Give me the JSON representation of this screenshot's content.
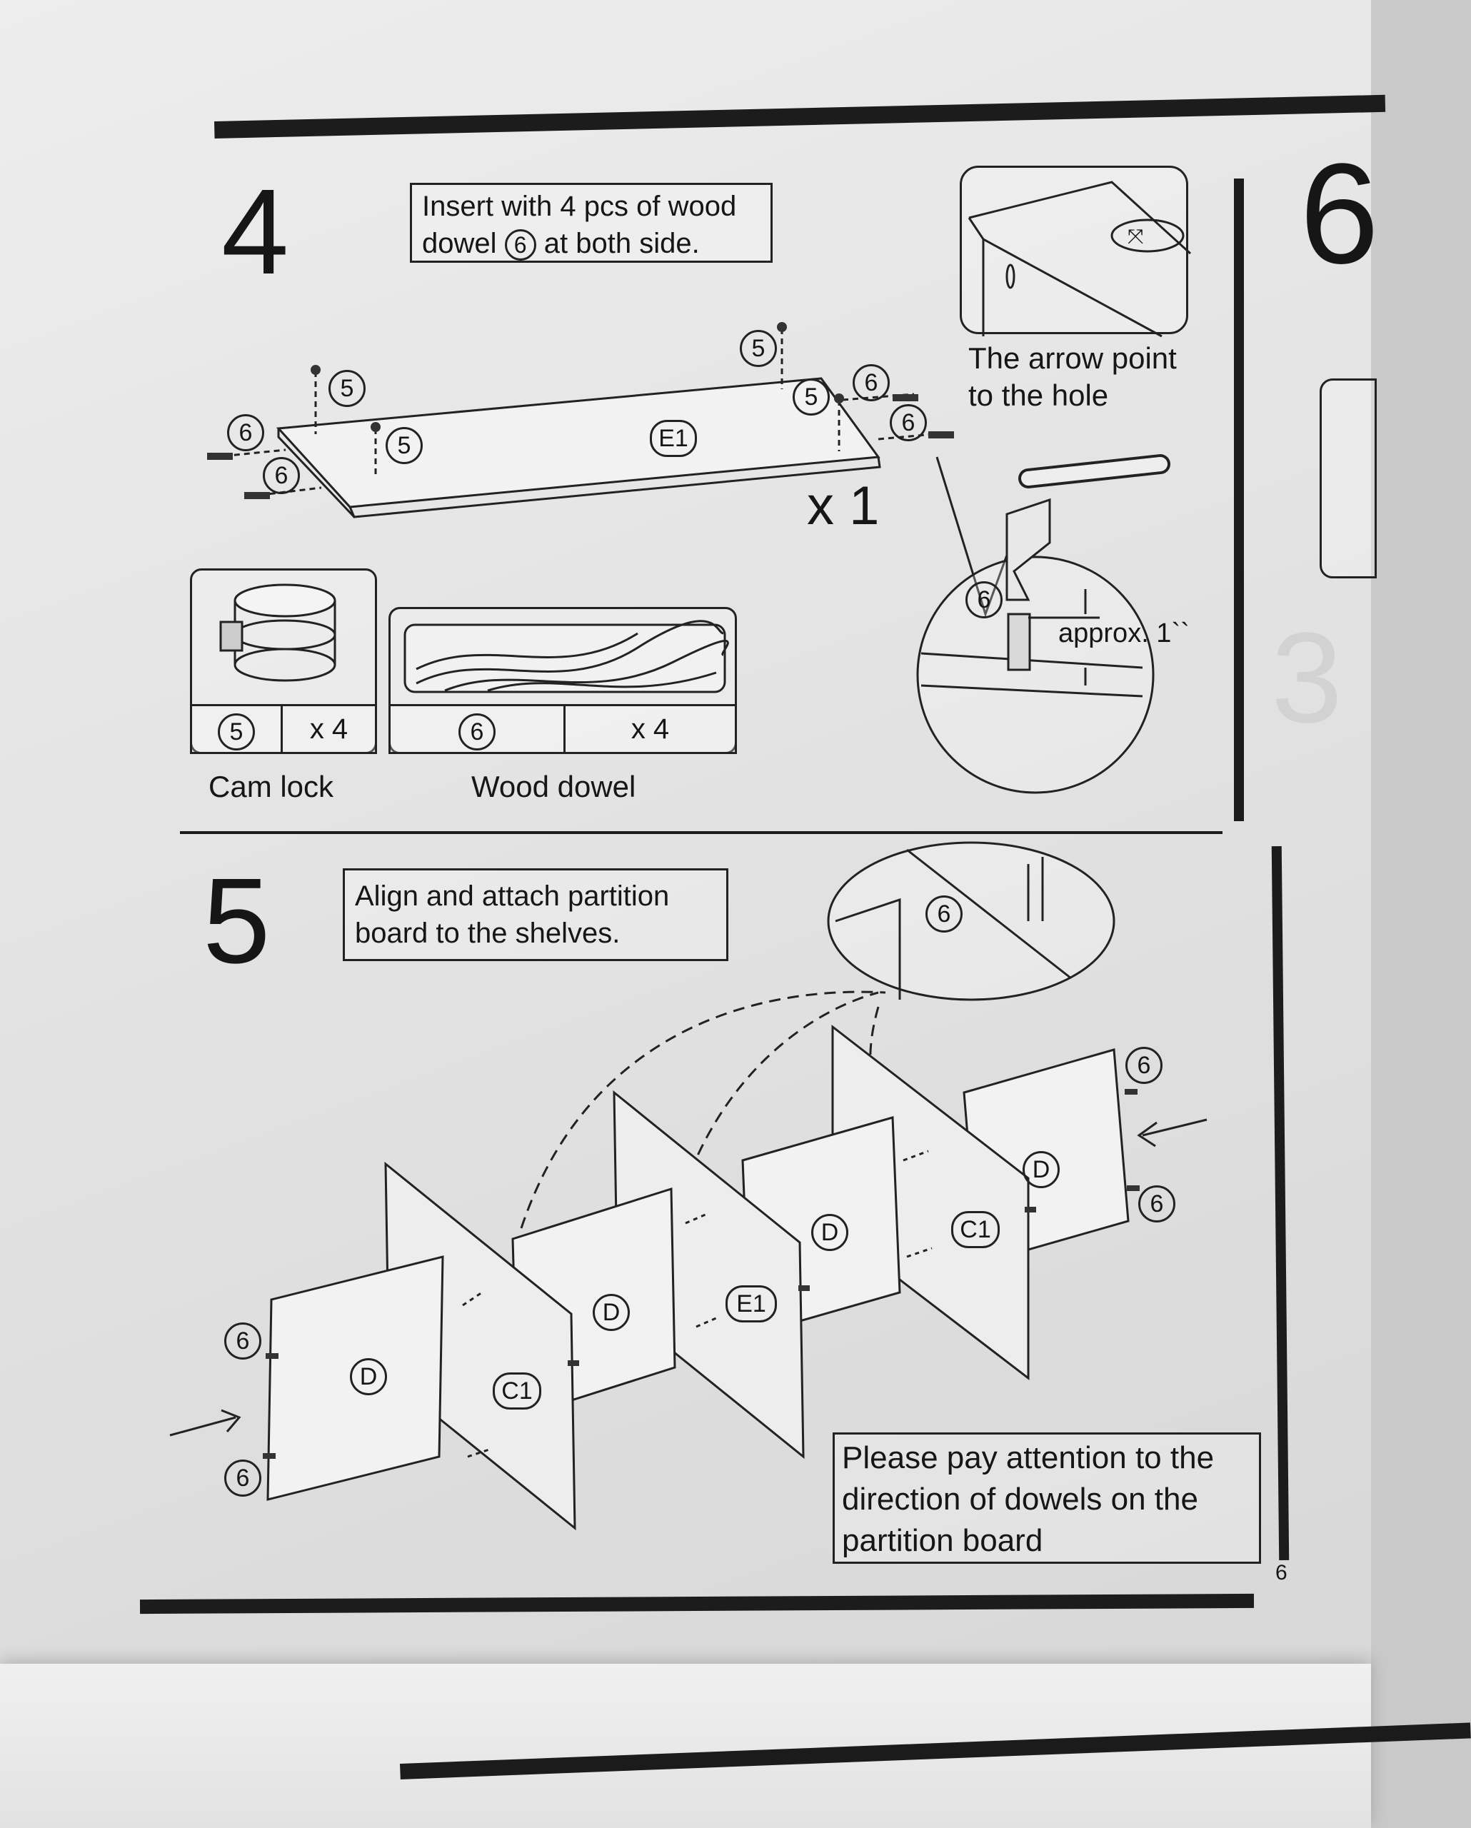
{
  "step4": {
    "number": "4",
    "instruction_line1": "Insert with 4 pcs of wood",
    "instruction_line2_pre": "dowel",
    "instruction_line2_ref": "6",
    "instruction_line2_post": "at both side.",
    "multiplier": "x 1",
    "board_label": "E1",
    "part_refs": [
      "5",
      "6"
    ],
    "arrow_note_line1": "The arrow point",
    "arrow_note_line2": "to the hole",
    "depth_note": "approx. 1``",
    "parts": [
      {
        "ref": "5",
        "qty": "x 4",
        "name": "Cam lock"
      },
      {
        "ref": "6",
        "qty": "x 4",
        "name": "Wood dowel"
      }
    ]
  },
  "step5": {
    "number": "5",
    "instruction_line1": "Align and attach partition",
    "instruction_line2": "board to the shelves.",
    "panel_labels": [
      "D",
      "C1",
      "D",
      "E1",
      "D",
      "C1",
      "D"
    ],
    "dowel_ref": "6",
    "note_line1": "Please pay attention to the",
    "note_line2": "direction of dowels on the",
    "note_line3": "partition board"
  },
  "next_step_number": "6",
  "next_step_partial": "3",
  "page_number": "6"
}
